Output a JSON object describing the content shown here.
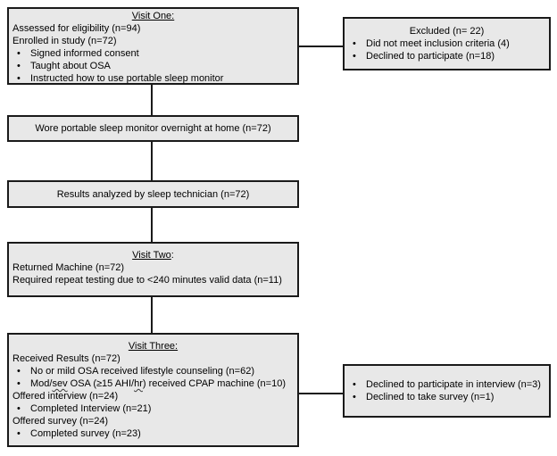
{
  "colors": {
    "background": "#ffffff",
    "box_fill": "#e8e8e8",
    "box_border": "#1a1a1a",
    "connector": "#1a1a1a"
  },
  "boxes": {
    "visit_one": {
      "title_underlined": "Visit One:",
      "title_rest": "",
      "lines": [
        {
          "bullet": false,
          "text": "Assessed for eligibility (n=94)"
        },
        {
          "bullet": false,
          "text": "Enrolled in study (n=72)"
        },
        {
          "bullet": true,
          "text": "Signed informed consent"
        },
        {
          "bullet": true,
          "text": "Taught about OSA"
        },
        {
          "bullet": true,
          "text": "Instructed how to use portable sleep monitor"
        }
      ]
    },
    "excluded": {
      "title": "Excluded (n= 22)",
      "lines": [
        {
          "bullet": true,
          "text": "Did not meet inclusion criteria (4)"
        },
        {
          "bullet": true,
          "text": "Declined to participate (n=18)"
        }
      ]
    },
    "monitor": {
      "text": "Wore portable sleep monitor overnight at home (n=72)"
    },
    "results": {
      "text": "Results analyzed by sleep technician (n=72)"
    },
    "visit_two": {
      "title_underlined": "Visit Two",
      "title_rest": ":",
      "lines": [
        {
          "bullet": false,
          "text": "Returned Machine (n=72)"
        },
        {
          "bullet": false,
          "text": "Required repeat testing due to <240 minutes valid data (n=11)"
        }
      ]
    },
    "visit_three": {
      "title_underlined": "Visit Three:",
      "title_rest": "",
      "lines": [
        {
          "bullet": false,
          "text": "Received Results (n=72)"
        },
        {
          "bullet": true,
          "text": "No or mild OSA received lifestyle counseling (n=62)"
        },
        {
          "bullet": true,
          "segments": [
            {
              "text": "Mod/",
              "wavy": false
            },
            {
              "text": "sev",
              "wavy": true
            },
            {
              "text": " OSA (≥15 AHI/",
              "wavy": false
            },
            {
              "text": "hr",
              "wavy": true
            },
            {
              "text": ") received CPAP machine (n=10)",
              "wavy": false
            }
          ]
        },
        {
          "bullet": false,
          "text": "Offered interview (n=24)"
        },
        {
          "bullet": true,
          "text": "Completed Interview (n=21)"
        },
        {
          "bullet": false,
          "text": "Offered survey (n=24)"
        },
        {
          "bullet": true,
          "text": "Completed survey (n=23)"
        }
      ]
    },
    "declined": {
      "lines": [
        {
          "bullet": true,
          "text": "Declined to participate in interview (n=3)"
        },
        {
          "bullet": true,
          "text": "Declined to take survey (n=1)"
        }
      ]
    }
  }
}
